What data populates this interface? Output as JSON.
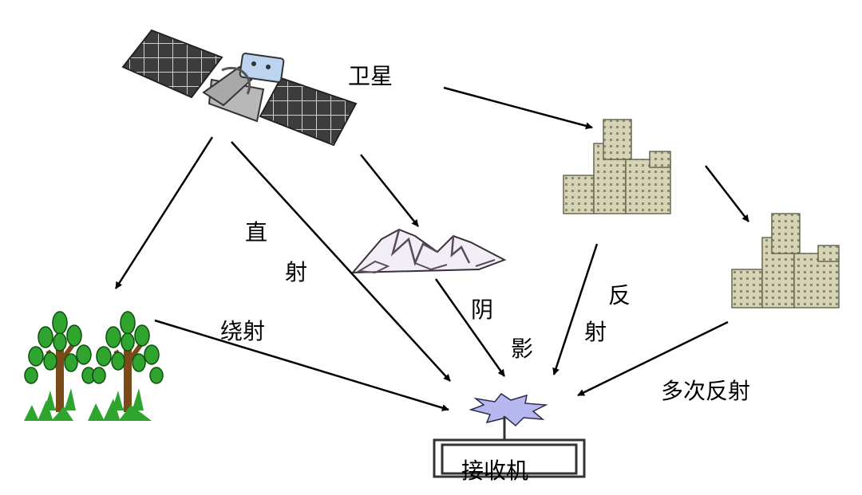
{
  "labels": {
    "satellite": "卫星",
    "direct_1": "直",
    "direct_2": "射",
    "diffraction": "绕射",
    "shadow_1": "阴",
    "shadow_2": "影",
    "reflection_1": "反",
    "reflection_2": "射",
    "multi_reflection": "多次反射",
    "receiver": "接收机"
  },
  "colors": {
    "panel": "#4a4a4a",
    "panel_grid": "#d0d0d0",
    "building": "#d6d4b4",
    "building_window": "#8a8a70",
    "tree_leaf": "#2fa52f",
    "trunk": "#7a4a1a",
    "mountain_snow": "#f2eef6",
    "mountain_rock": "#5a4a5a",
    "antenna_flash": "#b8b8f0"
  }
}
